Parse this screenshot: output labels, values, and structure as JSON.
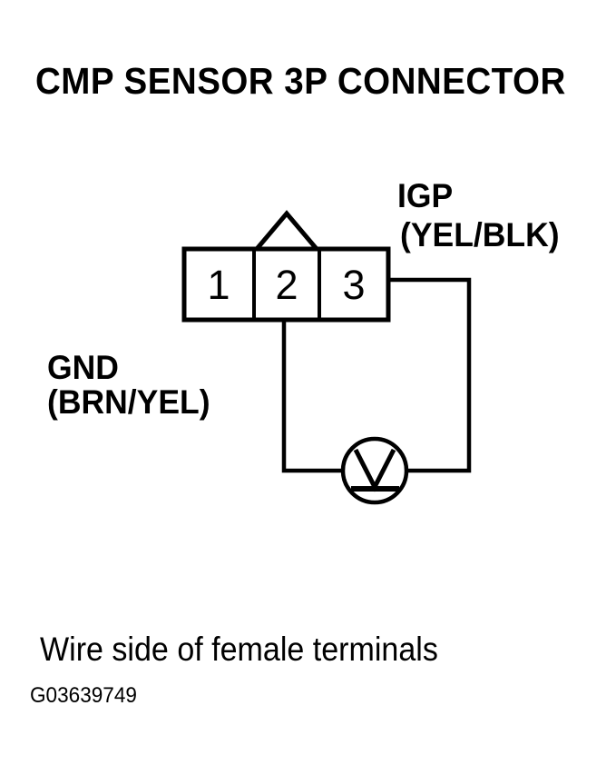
{
  "figure": {
    "title": "CMP SENSOR 3P CONNECTOR",
    "caption": "Wire side of female terminals",
    "id_code": "G03639749",
    "background_color": "#FFFFFF",
    "line_color": "#000000"
  },
  "connector": {
    "name": "CMP SENSOR 3P CONNECTOR",
    "terminal_count": 3,
    "view": "Wire side of female terminals",
    "pins": [
      {
        "number": "1",
        "label": "",
        "wire_color": "",
        "connected": false
      },
      {
        "number": "2",
        "label": "GND",
        "wire_color": "(BRN/YEL)",
        "connected": true
      },
      {
        "number": "3",
        "label": "IGP",
        "wire_color": "(YEL/BLK)",
        "connected": true
      }
    ],
    "locking_tab": "triangle-tab-above-pin-2"
  },
  "labels": {
    "igp": {
      "name": "IGP",
      "color_code": "(YEL/BLK)",
      "pin": "3"
    },
    "gnd": {
      "name": "GND",
      "color_code": "(BRN/YEL)",
      "pin": "2"
    }
  },
  "instrument": {
    "type": "voltmeter",
    "symbol": "V",
    "name": "voltmeter-symbol",
    "connected_pins": [
      "2",
      "3"
    ]
  }
}
